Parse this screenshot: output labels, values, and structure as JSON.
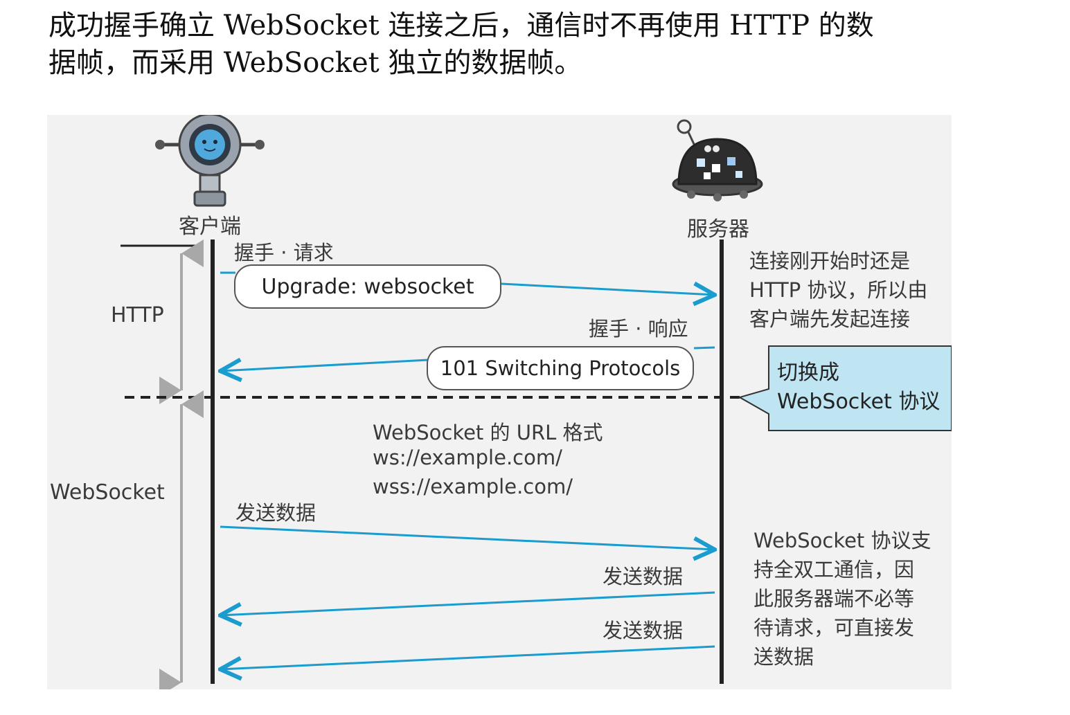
{
  "caption": {
    "line1": "成功握手确立 WebSocket 连接之后，通信时不再使用 HTTP 的数",
    "line2": "据帧，而采用 WebSocket 独立的数据帧。"
  },
  "actors": {
    "client": "客户端",
    "server": "服务器"
  },
  "phases": {
    "http": "HTTP",
    "websocket": "WebSocket"
  },
  "messages": {
    "handshake_request_label": "握手 · 请求",
    "handshake_request": "Upgrade: websocket",
    "handshake_response_label": "握手 · 响应",
    "handshake_response": "101 Switching Protocols",
    "send1": "发送数据",
    "send2": "发送数据",
    "send3": "发送数据"
  },
  "url_format": {
    "title": "WebSocket 的 URL 格式",
    "ws": "ws://example.com/",
    "wss": "wss://example.com/"
  },
  "notes": {
    "initiate": "连接刚开始时还是\nHTTP 协议，所以由\n客户端先发起连接",
    "switch": "切换成\nWebSocket 协议",
    "full_duplex": "WebSocket 协议支\n持全双工通信，因\n此服务器端不必等\n待请求，可直接发\n送数据"
  },
  "colors": {
    "arrow": "#1a9ccf",
    "callout_fill": "#bfe4f2",
    "lifeline": "#222222",
    "figure_bg": "#f2f2f2"
  },
  "icons": {
    "client": "robot-client-icon",
    "server": "robot-server-icon"
  }
}
